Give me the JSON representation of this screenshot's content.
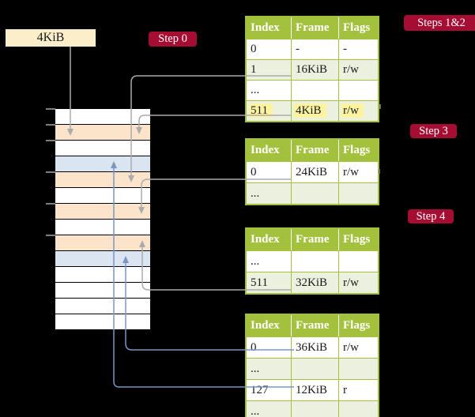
{
  "colors": {
    "background": "#000000",
    "badge": "#A50D33",
    "table-header-green": "#A4C13E",
    "table-row-green": "#EBF1DE",
    "table-border-green": "#A4C13E",
    "highlight-yellow": "#FBF3A0",
    "frame-peach": "#FCE4CB",
    "frame-blue": "#DBE5F1",
    "frame-white": "#FFFFFF",
    "cream-box": "#FBEECB",
    "gray-connector": "#ABABAB",
    "blue-connector": "#7A96C4"
  },
  "page_size_box": {
    "label": "4KiB"
  },
  "badges": {
    "step0": "Step 0",
    "steps12": "Steps 1&2",
    "step3": "Step 3",
    "step4": "Step 4"
  },
  "memory_stack": {
    "rows": [
      "white",
      "peach",
      "white",
      "blue",
      "peach",
      "white",
      "peach",
      "white",
      "peach",
      "blue",
      "white",
      "white",
      "white",
      "white"
    ]
  },
  "tables": [
    {
      "name": "page-table-steps-1-2",
      "headers": [
        "Index",
        "Frame",
        "Flags"
      ],
      "rows": [
        {
          "index": "0",
          "frame": "-",
          "flags": "-",
          "shaded": false,
          "highlighted": false
        },
        {
          "index": "1",
          "frame": "16KiB",
          "flags": "r/w",
          "shaded": true,
          "highlighted": false
        },
        {
          "index": "...",
          "frame": "",
          "flags": "",
          "shaded": false,
          "highlighted": false
        },
        {
          "index": "511",
          "frame": "4KiB",
          "flags": "r/w",
          "shaded": true,
          "highlighted": true
        }
      ]
    },
    {
      "name": "page-table-step-3",
      "headers": [
        "Index",
        "Frame",
        "Flags"
      ],
      "rows": [
        {
          "index": "0",
          "frame": "24KiB",
          "flags": "r/w",
          "shaded": false,
          "highlighted": false
        },
        {
          "index": "...",
          "frame": "",
          "flags": "",
          "shaded": true,
          "highlighted": false
        }
      ]
    },
    {
      "name": "page-table-step-4",
      "headers": [
        "Index",
        "Frame",
        "Flags"
      ],
      "rows": [
        {
          "index": "...",
          "frame": "",
          "flags": "",
          "shaded": false,
          "highlighted": false
        },
        {
          "index": "511",
          "frame": "32KiB",
          "flags": "r/w",
          "shaded": true,
          "highlighted": false
        }
      ]
    },
    {
      "name": "page-table-final",
      "headers": [
        "Index",
        "Frame",
        "Flags"
      ],
      "rows": [
        {
          "index": "0",
          "frame": "36KiB",
          "flags": "r/w",
          "shaded": false,
          "highlighted": false
        },
        {
          "index": "...",
          "frame": "",
          "flags": "",
          "shaded": true,
          "highlighted": false
        },
        {
          "index": "127",
          "frame": "12KiB",
          "flags": "r",
          "shaded": false,
          "highlighted": false
        },
        {
          "index": "...",
          "frame": "",
          "flags": "",
          "shaded": true,
          "highlighted": false
        }
      ]
    }
  ]
}
